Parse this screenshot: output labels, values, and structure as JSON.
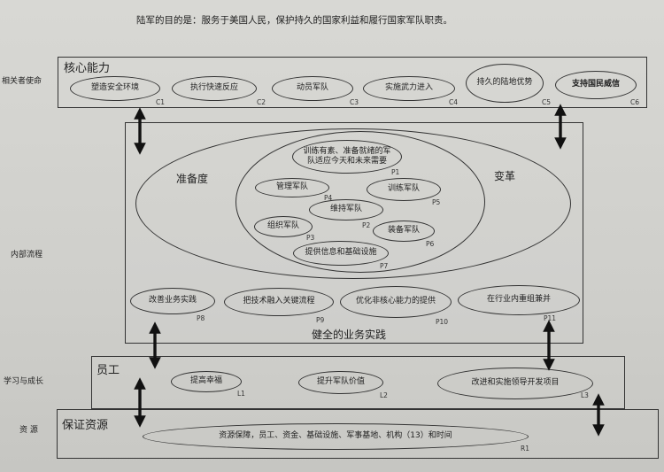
{
  "header": "陆军的目的是：服务于美国人民，保护持久的国家利益和履行国家军队职责。",
  "row_labels": {
    "stakeholder": "相关者使命",
    "internal": "内部流程",
    "learning": "学习与成长",
    "resources": "资  源"
  },
  "core": {
    "title": "核心能力",
    "items": [
      {
        "label": "塑造安全环境",
        "code": "C1"
      },
      {
        "label": "执行快速反应",
        "code": "C2"
      },
      {
        "label": "动员军队",
        "code": "C3"
      },
      {
        "label": "实施武力进入",
        "code": "C4"
      },
      {
        "label": "持久的陆地优势",
        "code": "C5"
      },
      {
        "label": "支持国民威信",
        "code": "C6"
      }
    ]
  },
  "internal": {
    "readiness": "准备度",
    "transform": "变革",
    "p1": {
      "label": "训练有素、准备就绪的军队适应今天和未来需要",
      "code": "P1"
    },
    "p2": {
      "label": "维持军队",
      "code": "P2"
    },
    "p3": {
      "label": "组织军队",
      "code": "P3"
    },
    "p4": {
      "label": "管理军队",
      "code": "P4"
    },
    "p5": {
      "label": "训练军队",
      "code": "P5"
    },
    "p6": {
      "label": "装备军队",
      "code": "P6"
    },
    "p7": {
      "label": "提供信息和基础设施",
      "code": "P7"
    },
    "practices_title": "健全的业务实践",
    "p8": {
      "label": "改善业务实践",
      "code": "P8"
    },
    "p9": {
      "label": "把技术融入关键流程",
      "code": "P9"
    },
    "p10": {
      "label": "优化非核心能力的提供",
      "code": "P10"
    },
    "p11": {
      "label": "在行业内重组兼并",
      "code": "P11"
    }
  },
  "staff": {
    "title": "员工",
    "items": [
      {
        "label": "提高幸福",
        "code": "L1"
      },
      {
        "label": "提升军队价值",
        "code": "L2"
      },
      {
        "label": "改进和实施领导开发项目",
        "code": "L3"
      }
    ]
  },
  "resources": {
    "title": "保证资源",
    "label": "资源保障，员工、资金、基础设施、军事基地、机构（13）和时间",
    "code": "R1"
  }
}
